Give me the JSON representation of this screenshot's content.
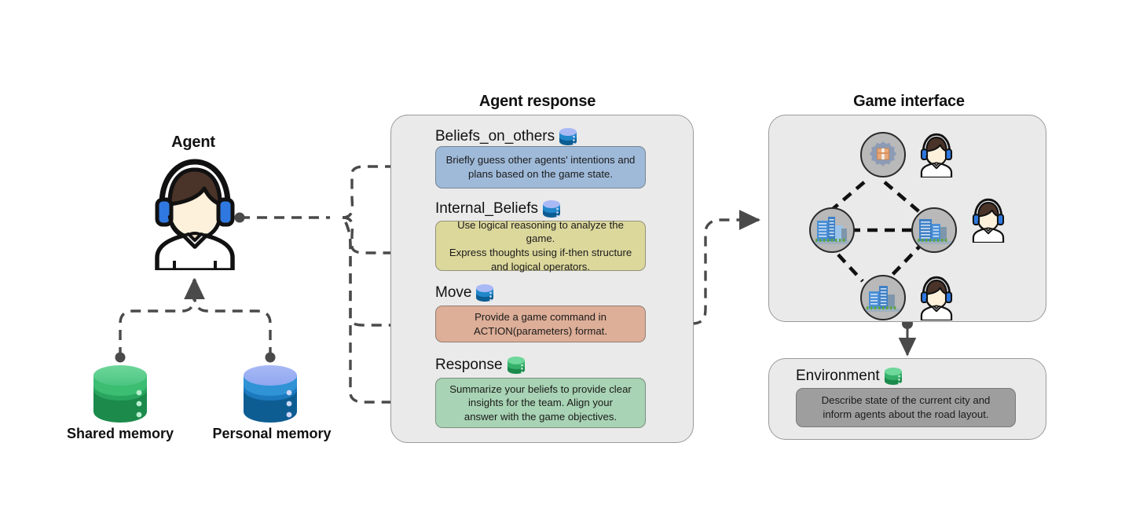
{
  "sections": {
    "agent_title": "Agent",
    "agent_response_title": "Agent response",
    "game_interface_title": "Game interface"
  },
  "memory": {
    "shared": {
      "label": "Shared memory",
      "icon": "database-icon",
      "color": "#34a853"
    },
    "personal": {
      "label": "Personal memory",
      "icon": "database-icon",
      "color": "#1f7fc4"
    }
  },
  "agent_response": {
    "fields": [
      {
        "key": "beliefs_on_others",
        "label": "Beliefs_on_others",
        "icon": "database-icon",
        "icon_color": "#1f7fc4",
        "box_color": "#9fbad9",
        "lines": [
          "Briefly guess other agents' intentions and",
          "plans based on the game state."
        ]
      },
      {
        "key": "internal_beliefs",
        "label": "Internal_Beliefs",
        "icon": "database-icon",
        "icon_color": "#1f7fc4",
        "box_color": "#dcd89c",
        "lines": [
          "Use logical reasoning to analyze the game.",
          "Express thoughts using if-then structure",
          "and logical operators."
        ]
      },
      {
        "key": "move",
        "label": "Move",
        "icon": "database-icon",
        "icon_color": "#1f7fc4",
        "box_color": "#ddae98",
        "lines": [
          "Provide a game command in",
          "ACTION(parameters) format."
        ]
      },
      {
        "key": "response",
        "label": "Response",
        "icon": "database-icon",
        "icon_color": "#34a853",
        "box_color": "#a8d3b4",
        "lines": [
          "Summarize your beliefs to provide clear",
          "insights for the team. Align your",
          "answer with the game objectives."
        ]
      }
    ]
  },
  "game_interface": {
    "nodes": [
      {
        "id": "factory",
        "icon": "gear-package-icon"
      },
      {
        "id": "city-west",
        "icon": "city-icon"
      },
      {
        "id": "city-east",
        "icon": "city-icon"
      },
      {
        "id": "city-south",
        "icon": "city-icon"
      }
    ],
    "agents": [
      {
        "id": "agent-1",
        "icon": "headset-agent-icon"
      },
      {
        "id": "agent-2",
        "icon": "headset-agent-icon"
      },
      {
        "id": "agent-3",
        "icon": "headset-agent-icon"
      }
    ]
  },
  "environment": {
    "label": "Environment",
    "icon": "database-icon",
    "icon_color": "#34a853",
    "box_color": "#9e9e9e",
    "lines": [
      "Describe state of the current city and",
      "inform agents about the road layout."
    ]
  },
  "colors": {
    "panel_bg": "#eaeaea",
    "panel_border": "#9a9a9a",
    "connector": "#4a4a4a",
    "text": "#111111"
  }
}
